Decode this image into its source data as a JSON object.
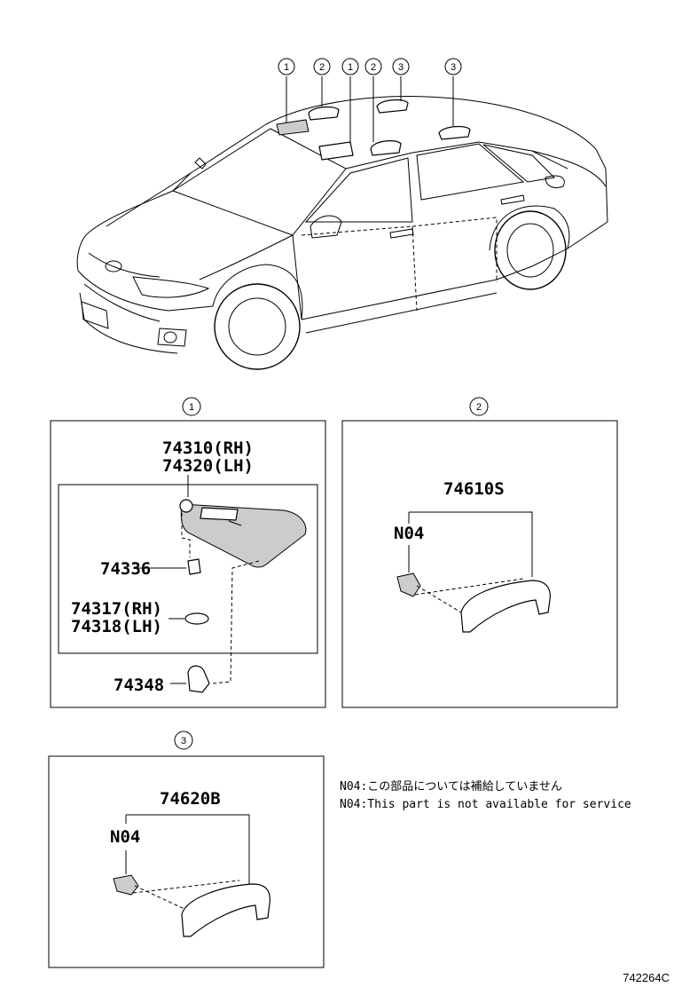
{
  "vehicle_callouts": [
    "1",
    "2",
    "1",
    "2",
    "3",
    "3"
  ],
  "panel1": {
    "callout": "1",
    "parts": {
      "visor_rh": "74310(RH)",
      "visor_lh": "74320(LH)",
      "holder": "74336",
      "mirror_rh": "74317(RH)",
      "mirror_lh": "74318(LH)",
      "clip": "74348"
    }
  },
  "panel2": {
    "callout": "2",
    "parts": {
      "grip": "74610S",
      "note_code": "N04"
    }
  },
  "panel3": {
    "callout": "3",
    "parts": {
      "grip": "74620B",
      "note_code": "N04"
    }
  },
  "notes": {
    "jp": "N04:この部品については補給していません",
    "en": "N04:This part is not available for service"
  },
  "illustration_ref": "742264C"
}
